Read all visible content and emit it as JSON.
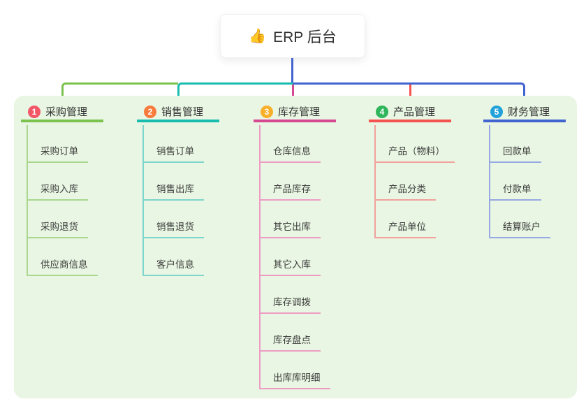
{
  "root": {
    "icon": "👍",
    "title": "ERP 后台"
  },
  "colors": {
    "panel_bg": "#E9F6E3",
    "root_line": "#4264D0"
  },
  "branches": [
    {
      "num": "1",
      "label": "采购管理",
      "badge_color": "#F25767",
      "line_color": "#7CC24E",
      "child_line_color": "#A9D78E",
      "items": [
        "采购订单",
        "采购入库",
        "采购退货",
        "供应商信息"
      ]
    },
    {
      "num": "2",
      "label": "销售管理",
      "badge_color": "#F87A3C",
      "line_color": "#19BCAE",
      "child_line_color": "#7DD5CB",
      "items": [
        "销售订单",
        "销售出库",
        "销售退货",
        "客户信息"
      ]
    },
    {
      "num": "3",
      "label": "库存管理",
      "badge_color": "#F8B02B",
      "line_color": "#D6488F",
      "child_line_color": "#EE9CC5",
      "items": [
        "仓库信息",
        "产品库存",
        "其它出库",
        "其它入库",
        "库存调拨",
        "库存盘点",
        "出库库明细"
      ]
    },
    {
      "num": "4",
      "label": "产品管理",
      "badge_color": "#2FB55B",
      "line_color": "#F4534F",
      "child_line_color": "#F2A19D",
      "items": [
        "产品（物料）",
        "产品分类",
        "产品单位"
      ]
    },
    {
      "num": "5",
      "label": "财务管理",
      "badge_color": "#22A2DA",
      "line_color": "#4264D0",
      "child_line_color": "#97A9E2",
      "items": [
        "回款单",
        "付款单",
        "结算账户"
      ]
    }
  ]
}
